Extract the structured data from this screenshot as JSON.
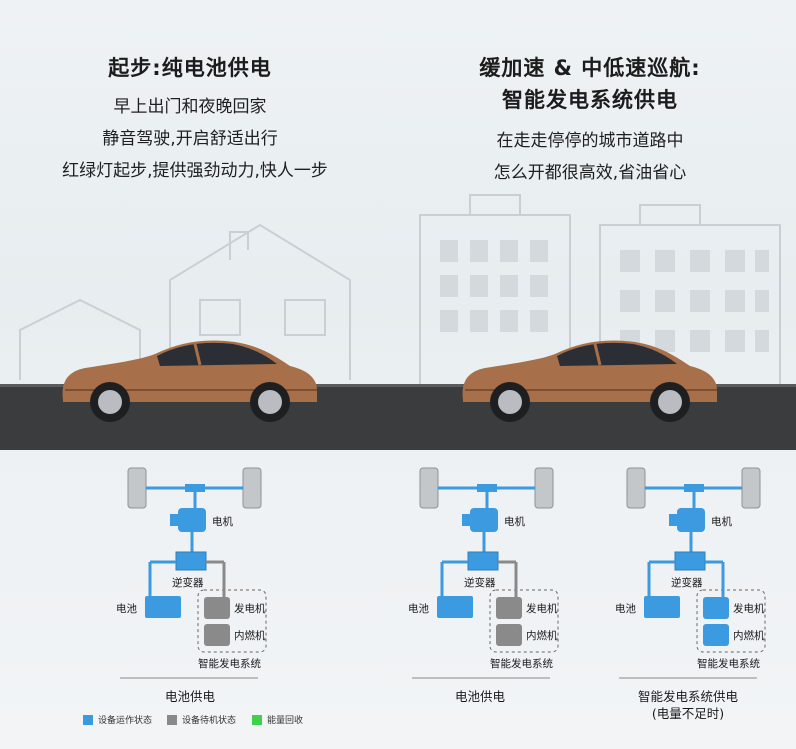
{
  "left_panel": {
    "title": "起步:纯电池供电",
    "lines": [
      "早上出门和夜晚回家",
      "静音驾驶,开启舒适出行",
      "红绿灯起步,提供强劲动力,快人一步"
    ]
  },
  "right_panel": {
    "title_line1": "缓加速 & 中低速巡航:",
    "title_line2": "智能发电系统供电",
    "lines": [
      "在走走停停的城市道路中",
      "怎么开都很高效,省油省心"
    ]
  },
  "diagrams": [
    {
      "motor_label": "电机",
      "inverter_label": "逆变器",
      "battery_label": "电池",
      "generator_label": "发电机",
      "engine_label": "内燃机",
      "system_label": "智能发电系统",
      "caption": "电池供电",
      "caption_sub": "",
      "generator_active": false
    },
    {
      "motor_label": "电机",
      "inverter_label": "逆变器",
      "battery_label": "电池",
      "generator_label": "发电机",
      "engine_label": "内燃机",
      "system_label": "智能发电系统",
      "caption": "电池供电",
      "caption_sub": "",
      "generator_active": false
    },
    {
      "motor_label": "电机",
      "inverter_label": "逆变器",
      "battery_label": "电池",
      "generator_label": "发电机",
      "engine_label": "内燃机",
      "system_label": "智能发电系统",
      "caption": "智能发电系统供电",
      "caption_sub": "(电量不足时)",
      "generator_active": true
    }
  ],
  "legend": [
    {
      "label": "设备运作状态",
      "color": "#3c9be0"
    },
    {
      "label": "设备待机状态",
      "color": "#8a8a8a"
    },
    {
      "label": "能量回收",
      "color": "#3ed24c"
    }
  ],
  "colors": {
    "active_blue": "#3c9be0",
    "standby_gray": "#8a8a8a",
    "car_body": "#a8704a",
    "road": "#3a3c3e"
  }
}
